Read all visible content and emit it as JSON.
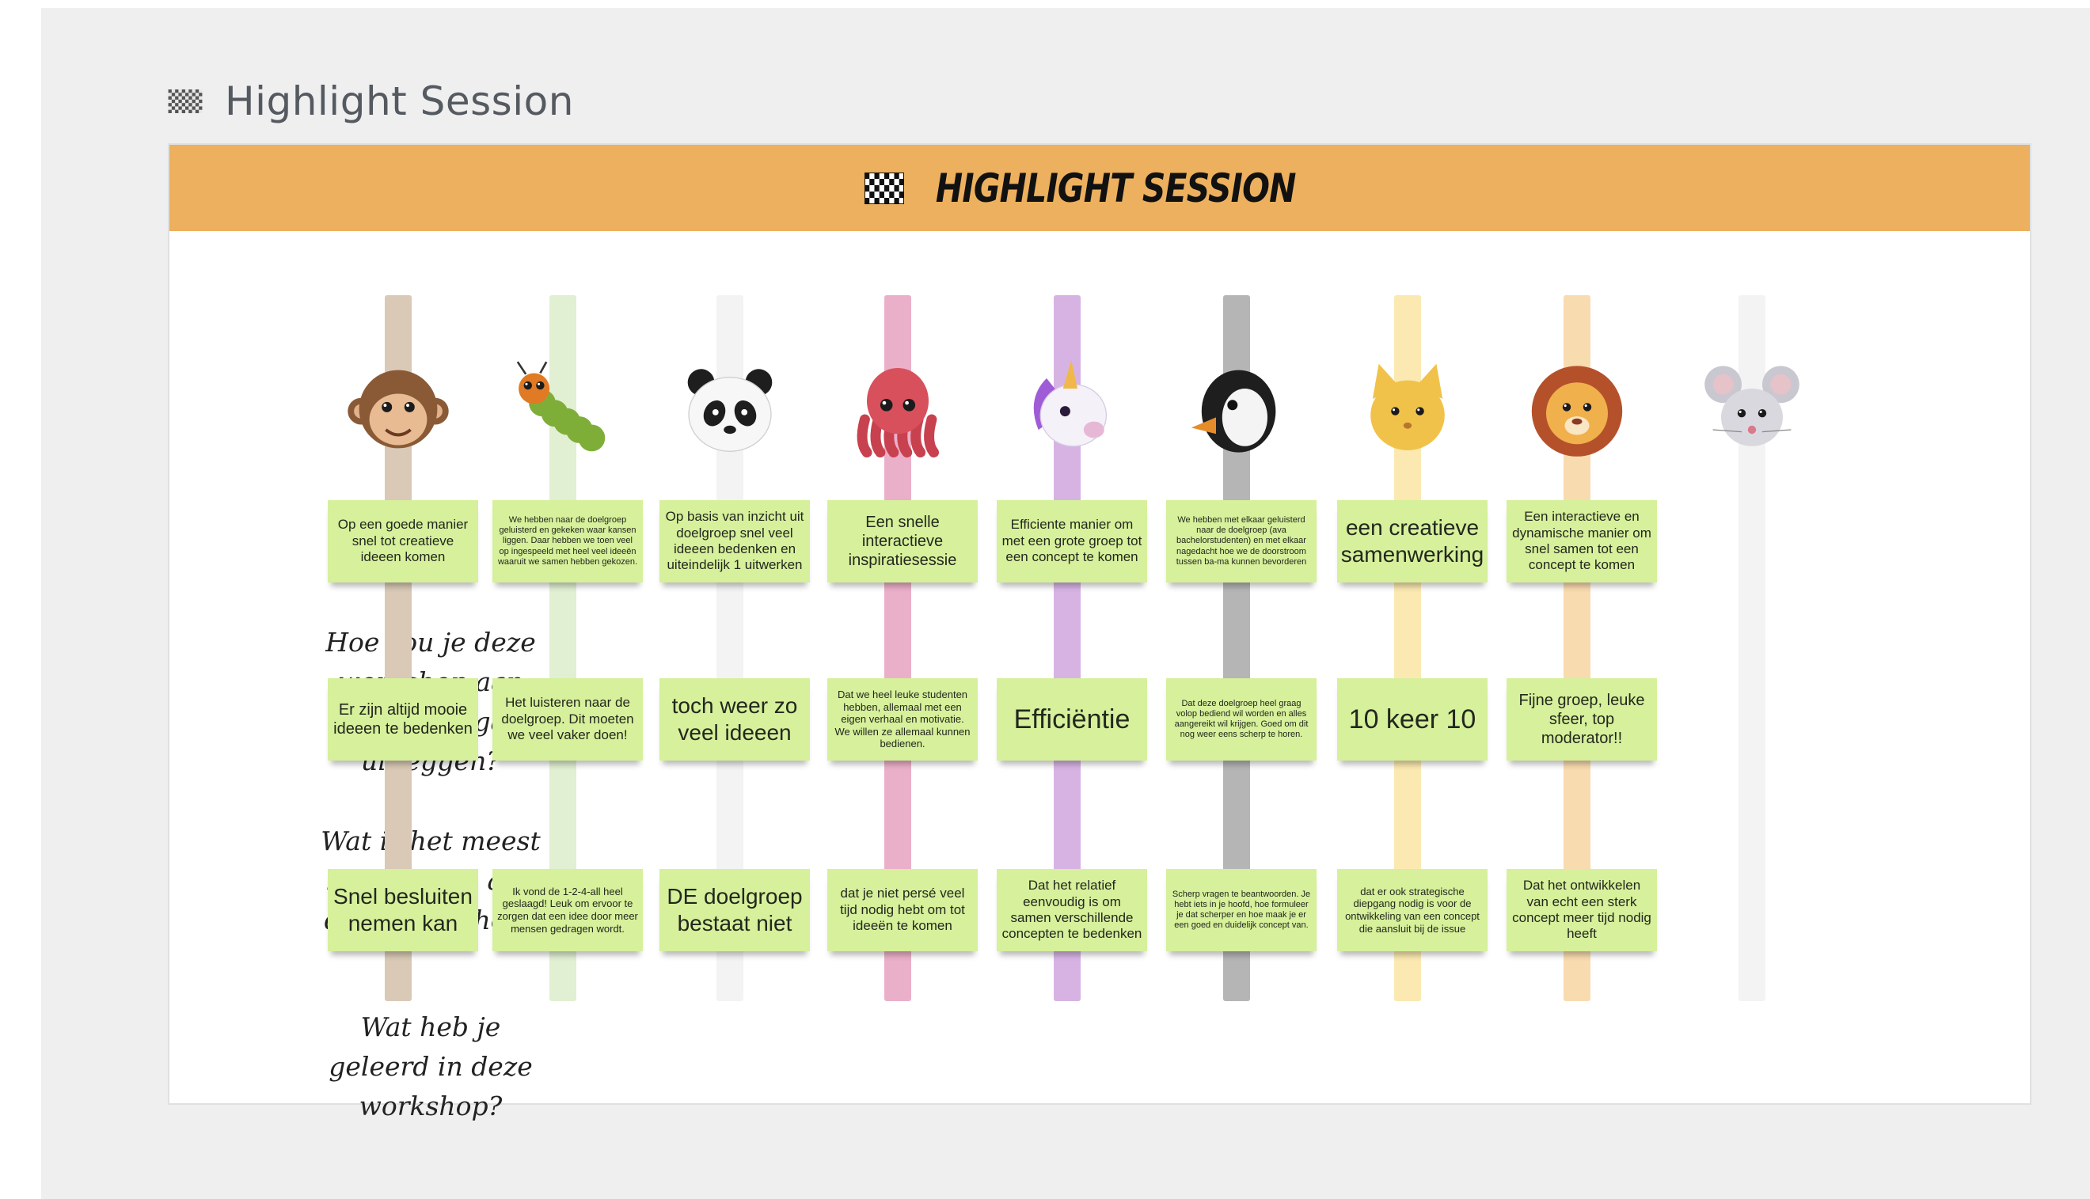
{
  "frame_title": "Highlight Session",
  "banner_title": "HIGHLIGHT SESSION",
  "questions": [
    "Hoe zou je deze workshop aan een collega uitleggen?",
    "Wat is het meest bijgebleven aan deze workshop?",
    "Wat heb je geleerd in deze workshop?"
  ],
  "columns": [
    {
      "avatar": "monkey-icon",
      "rail_color": "#d9c9b6",
      "notes": [
        "Op een goede manier snel tot creatieve ideeen komen",
        "Er zijn altijd mooie ideeen te bedenken",
        "Snel besluiten nemen kan"
      ]
    },
    {
      "avatar": "caterpillar-icon",
      "rail_color": "#e1efd2",
      "notes": [
        "We hebben naar de doelgroep geluisterd en gekeken waar kansen liggen. Daar hebben we toen veel op ingespeeld met heel veel ideeën waaruit we samen hebben gekozen.",
        "Het luisteren naar de doelgroep. Dit moeten we veel vaker doen!",
        "Ik vond de 1-2-4-all heel geslaagd! Leuk om ervoor te zorgen dat een idee door meer mensen gedragen wordt."
      ]
    },
    {
      "avatar": "panda-icon",
      "rail_color": "#f3f3f3",
      "notes": [
        "Op basis van inzicht uit doelgroep snel veel ideeen bedenken en uiteindelijk 1 uitwerken",
        "toch weer zo veel ideeen",
        "DE doelgroep bestaat niet"
      ]
    },
    {
      "avatar": "octopus-icon",
      "rail_color": "#ebb0c9",
      "notes": [
        "Een snelle interactieve inspiratiesessie",
        "Dat we heel leuke studenten hebben, allemaal met een eigen verhaal en motivatie. We willen ze allemaal kunnen bedienen.",
        "dat je niet persé veel tijd nodig hebt om tot ideeën te komen"
      ]
    },
    {
      "avatar": "unicorn-icon",
      "rail_color": "#d7b3e4",
      "notes": [
        "Efficiente manier om met een grote groep tot een concept te komen",
        "Efficiëntie",
        "Dat het relatief eenvoudig is om samen verschillende concepten te bedenken"
      ]
    },
    {
      "avatar": "penguin-icon",
      "rail_color": "#b5b5b5",
      "notes": [
        "We hebben met elkaar geluisterd naar de doelgroep (ava bachelorstudenten) en met elkaar nagedacht hoe we de doorstroom tussen ba-ma kunnen bevorderen",
        "Dat deze doelgroep heel graag volop bediend wil worden en alles aangereikt wil krijgen. Goed om dit nog weer eens scherp te horen.",
        "Scherp vragen te beantwoorden. Je hebt iets in je hoofd, hoe formuleer je dat scherper en hoe maak je er een goed en duidelijk concept van."
      ]
    },
    {
      "avatar": "cat-icon",
      "rail_color": "#fbe9b1",
      "notes": [
        "een creatieve samenwerking",
        "10 keer 10",
        "dat er ook strategische diepgang nodig is voor de ontwikkeling van een concept die aansluit bij de issue"
      ]
    },
    {
      "avatar": "lion-icon",
      "rail_color": "#f9dbb0",
      "notes": [
        "Een interactieve en dynamische manier om snel samen tot een concept te komen",
        "Fijne groep, leuke sfeer, top moderator!!",
        "Dat het ontwikkelen van echt een sterk concept meer tijd nodig heeft"
      ]
    },
    {
      "avatar": "mouse-icon",
      "rail_color": "#f3f3f3",
      "notes": []
    }
  ],
  "colors": {
    "canvas": "#efeff0",
    "banner": "#ecb05e",
    "sticky_note": "#d6f09b"
  }
}
